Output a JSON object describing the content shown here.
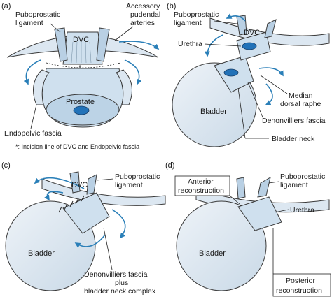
{
  "panels": {
    "a": {
      "letter": "(a)",
      "labels": {
        "puboprostatic_line1": "Puboprostatic",
        "puboprostatic_line2": "ligament",
        "accessory_line1": "Accessory",
        "accessory_line2": "pudendal",
        "accessory_line3": "arteries",
        "dvc": "DVC",
        "prostate": "Prostate",
        "endopelvic": "Endopelvic fascia",
        "asterisk": "*",
        "footnote": "*: Incision line of DVC and Endopelvic fascia"
      }
    },
    "b": {
      "letter": "(b)",
      "labels": {
        "puboprostatic_line1": "Puboprostatic",
        "puboprostatic_line2": "ligament",
        "dvc": "DVC",
        "urethra": "Urethra",
        "bladder": "Bladder",
        "median_line1": "Median",
        "median_line2": "dorsal raphe",
        "denonvilliers": "Denonvilliers fascia",
        "bladder_neck": "Bladder neck"
      }
    },
    "c": {
      "letter": "(c)",
      "labels": {
        "puboprostatic_line1": "Puboprostatic",
        "puboprostatic_line2": "ligament",
        "dvc": "DVC",
        "bladder": "Bladder",
        "complex_line1": "Denonvilliers fascia",
        "complex_line2": "plus",
        "complex_line3": "bladder neck complex"
      }
    },
    "d": {
      "letter": "(d)",
      "labels": {
        "anterior_line1": "Anterior",
        "anterior_line2": "reconstruction",
        "puboprostatic_line1": "Puboprostatic",
        "puboprostatic_line2": "ligament",
        "urethra": "Urethra",
        "bladder": "Bladder",
        "posterior_line1": "Posterior",
        "posterior_line2": "reconstruction"
      }
    }
  },
  "colors": {
    "accent_blue": "#2a7fb8",
    "lumen_blue": "#2272b8",
    "tissue_light": "#dce7f1",
    "ligament": "#b9d0e4"
  }
}
